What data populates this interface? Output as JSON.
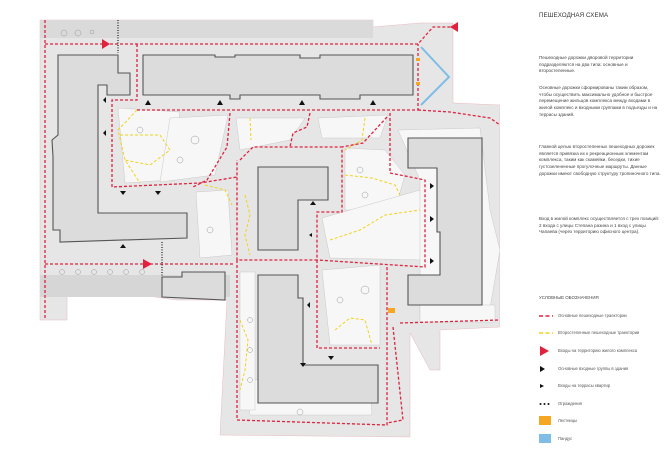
{
  "title": "ПЕШЕХОДНАЯ СХЕМА",
  "paragraphs": [
    "Пешеходные дорожки дворовой территории подразделяются на два типа: основные и второстепенные.",
    "Основные дорожки сформированы таким образом, чтобы осуществить максимально удобное и быстрое перемещение жильцов комплекса между входами в жилой комплекс и входными группами в подъезды и на террасы зданий.",
    "Главной целью второстепенных пешеходных дорожек является привязка их к рекреационным элементам комплекса, таким как скамейки, беседки, тихие густозелененные прогулочные маршруты. Данные дорожки имеют свободную структуру тропиночного типа.",
    "Вход в жилой комплекс осуществляется с трех позиций: 2 входа с улицы Степана разина и 1 вход с улицы Чапаева (через территорию офисного центра)."
  ],
  "legend": {
    "header": "УСЛОВНЫЕ ОБОЗНАЧЕНИЯ",
    "items": [
      {
        "symbol": "red-dash",
        "label": "Основные пешеходные траектории"
      },
      {
        "symbol": "yellow-dash",
        "label": "Второстепенные пешеходные траектории"
      },
      {
        "symbol": "red-triangle",
        "label": "Входы на территорию жилого комплекса"
      },
      {
        "symbol": "black-triangle",
        "label": "Основные входные группы в здания"
      },
      {
        "symbol": "small-black-triangle",
        "label": "Входы на террасы квартир"
      },
      {
        "symbol": "black-dots",
        "label": "Ограждения"
      },
      {
        "symbol": "orange-square",
        "label": "Лестницы"
      },
      {
        "symbol": "blue-square",
        "label": "Пандус"
      }
    ]
  },
  "colors": {
    "main_path": "#e0223f",
    "secondary_path": "#f2d21a",
    "stairs": "#f5a623",
    "ramp": "#7fbde6",
    "building": "#dcdcdc",
    "site": "#e9e9e9"
  }
}
